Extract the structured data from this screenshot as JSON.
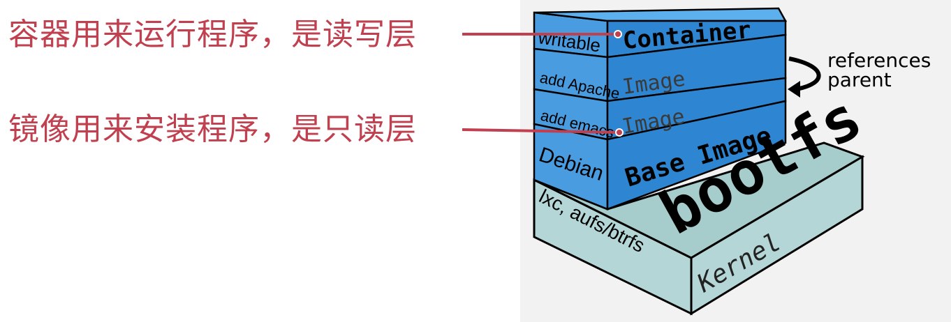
{
  "colors": {
    "annotation_text": "#c0404f",
    "pointer_line": "#c0404f",
    "blue_front": "#2e86d2",
    "blue_side": "#4a9ce0",
    "blue_top": "#5cb0ee",
    "kernel_front": "#b5d6d6",
    "kernel_top": "#a6cccc",
    "panel_bg": "#f2f2f2",
    "outline": "#000000"
  },
  "annotations": [
    {
      "id": "container-note",
      "text": "容器用来运行程序，是读写层"
    },
    {
      "id": "image-note",
      "text": "镜像用来安装程序，是只读层"
    }
  ],
  "diagram": {
    "layers": [
      {
        "side_label": "writable",
        "front_label": "Container"
      },
      {
        "side_label": "add Apache",
        "front_label": "Image"
      },
      {
        "side_label": "add emacs",
        "front_label": "Image"
      },
      {
        "side_label": "Debian",
        "front_label": "Base Image"
      }
    ],
    "bootfs_label": "bootfs",
    "kernel_side_label": "lxc, aufs/btrfs",
    "kernel_front_label": "Kernel",
    "references_label": "references",
    "parent_label": "parent",
    "arrow_icon": "curved-arrow-icon"
  }
}
